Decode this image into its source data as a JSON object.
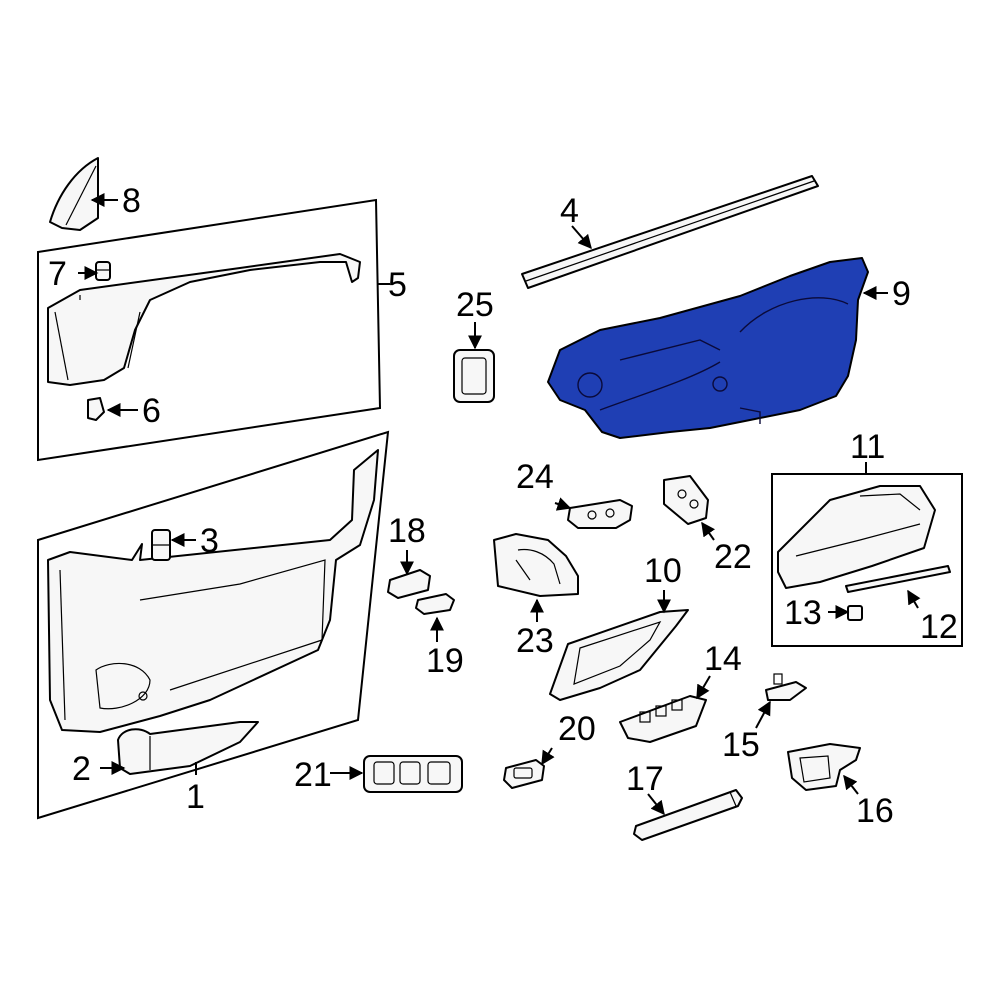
{
  "diagram": {
    "highlight_color": "#1f3fb4",
    "callouts": [
      {
        "id": "c1",
        "label": "1"
      },
      {
        "id": "c2",
        "label": "2"
      },
      {
        "id": "c3",
        "label": "3"
      },
      {
        "id": "c4",
        "label": "4"
      },
      {
        "id": "c5",
        "label": "5"
      },
      {
        "id": "c6",
        "label": "6"
      },
      {
        "id": "c7",
        "label": "7"
      },
      {
        "id": "c8",
        "label": "8"
      },
      {
        "id": "c9",
        "label": "9"
      },
      {
        "id": "c10",
        "label": "10"
      },
      {
        "id": "c11",
        "label": "11"
      },
      {
        "id": "c12",
        "label": "12"
      },
      {
        "id": "c13",
        "label": "13"
      },
      {
        "id": "c14",
        "label": "14"
      },
      {
        "id": "c15",
        "label": "15"
      },
      {
        "id": "c16",
        "label": "16"
      },
      {
        "id": "c17",
        "label": "17"
      },
      {
        "id": "c18",
        "label": "18"
      },
      {
        "id": "c19",
        "label": "19"
      },
      {
        "id": "c20",
        "label": "20"
      },
      {
        "id": "c21",
        "label": "21"
      },
      {
        "id": "c22",
        "label": "22"
      },
      {
        "id": "c23",
        "label": "23"
      },
      {
        "id": "c24",
        "label": "24"
      },
      {
        "id": "c25",
        "label": "25"
      }
    ]
  }
}
